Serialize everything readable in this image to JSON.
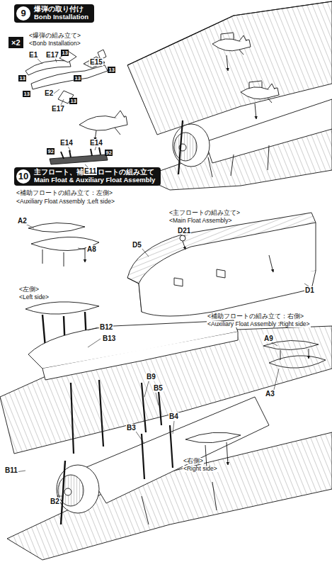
{
  "diagram": {
    "nodes": [
      {
        "text": [
          "9",
          "爆弾の取り付け",
          "Bonb Installation"
        ]
      },
      {
        "text": [
          "×2"
        ]
      },
      {
        "text": [
          "13"
        ]
      },
      {
        "text": [
          "13"
        ]
      },
      {
        "text": [
          "13"
        ]
      },
      {
        "text": [
          "13"
        ]
      },
      {
        "text": [
          "13"
        ]
      },
      {
        "text": [
          "13"
        ]
      },
      {
        "text": [
          "92"
        ]
      },
      {
        "text": [
          "92"
        ]
      },
      {
        "text": [
          "10",
          "主フロート、補助フロートの組み立て",
          "Main Float & Auxiliary Float  Assembly"
        ]
      }
    ],
    "labels": [
      "<爆弾の組み立て>",
      "<Bonb Installation>",
      "E1",
      "E17",
      "E15",
      "E2",
      "E17",
      "E14",
      "E14",
      "E11",
      "<補助フロートの組み立て：左側>",
      "<Auxiliary Float Assembly :Left side>",
      "A2",
      "A8",
      "<主フロートの組み立て>",
      "<Main Float Assembly>",
      "D21",
      "D5",
      "D1",
      "<補助フロートの組み立て：右側>",
      "<Auxiliary Float Assembly :Right side>",
      "A9",
      "A3",
      "<左側>",
      "<Left side>",
      "B12",
      "B13",
      "B9",
      "B5",
      "B3",
      "B4",
      "<右側>",
      "<Right side>",
      "B11",
      "B2"
    ]
  }
}
